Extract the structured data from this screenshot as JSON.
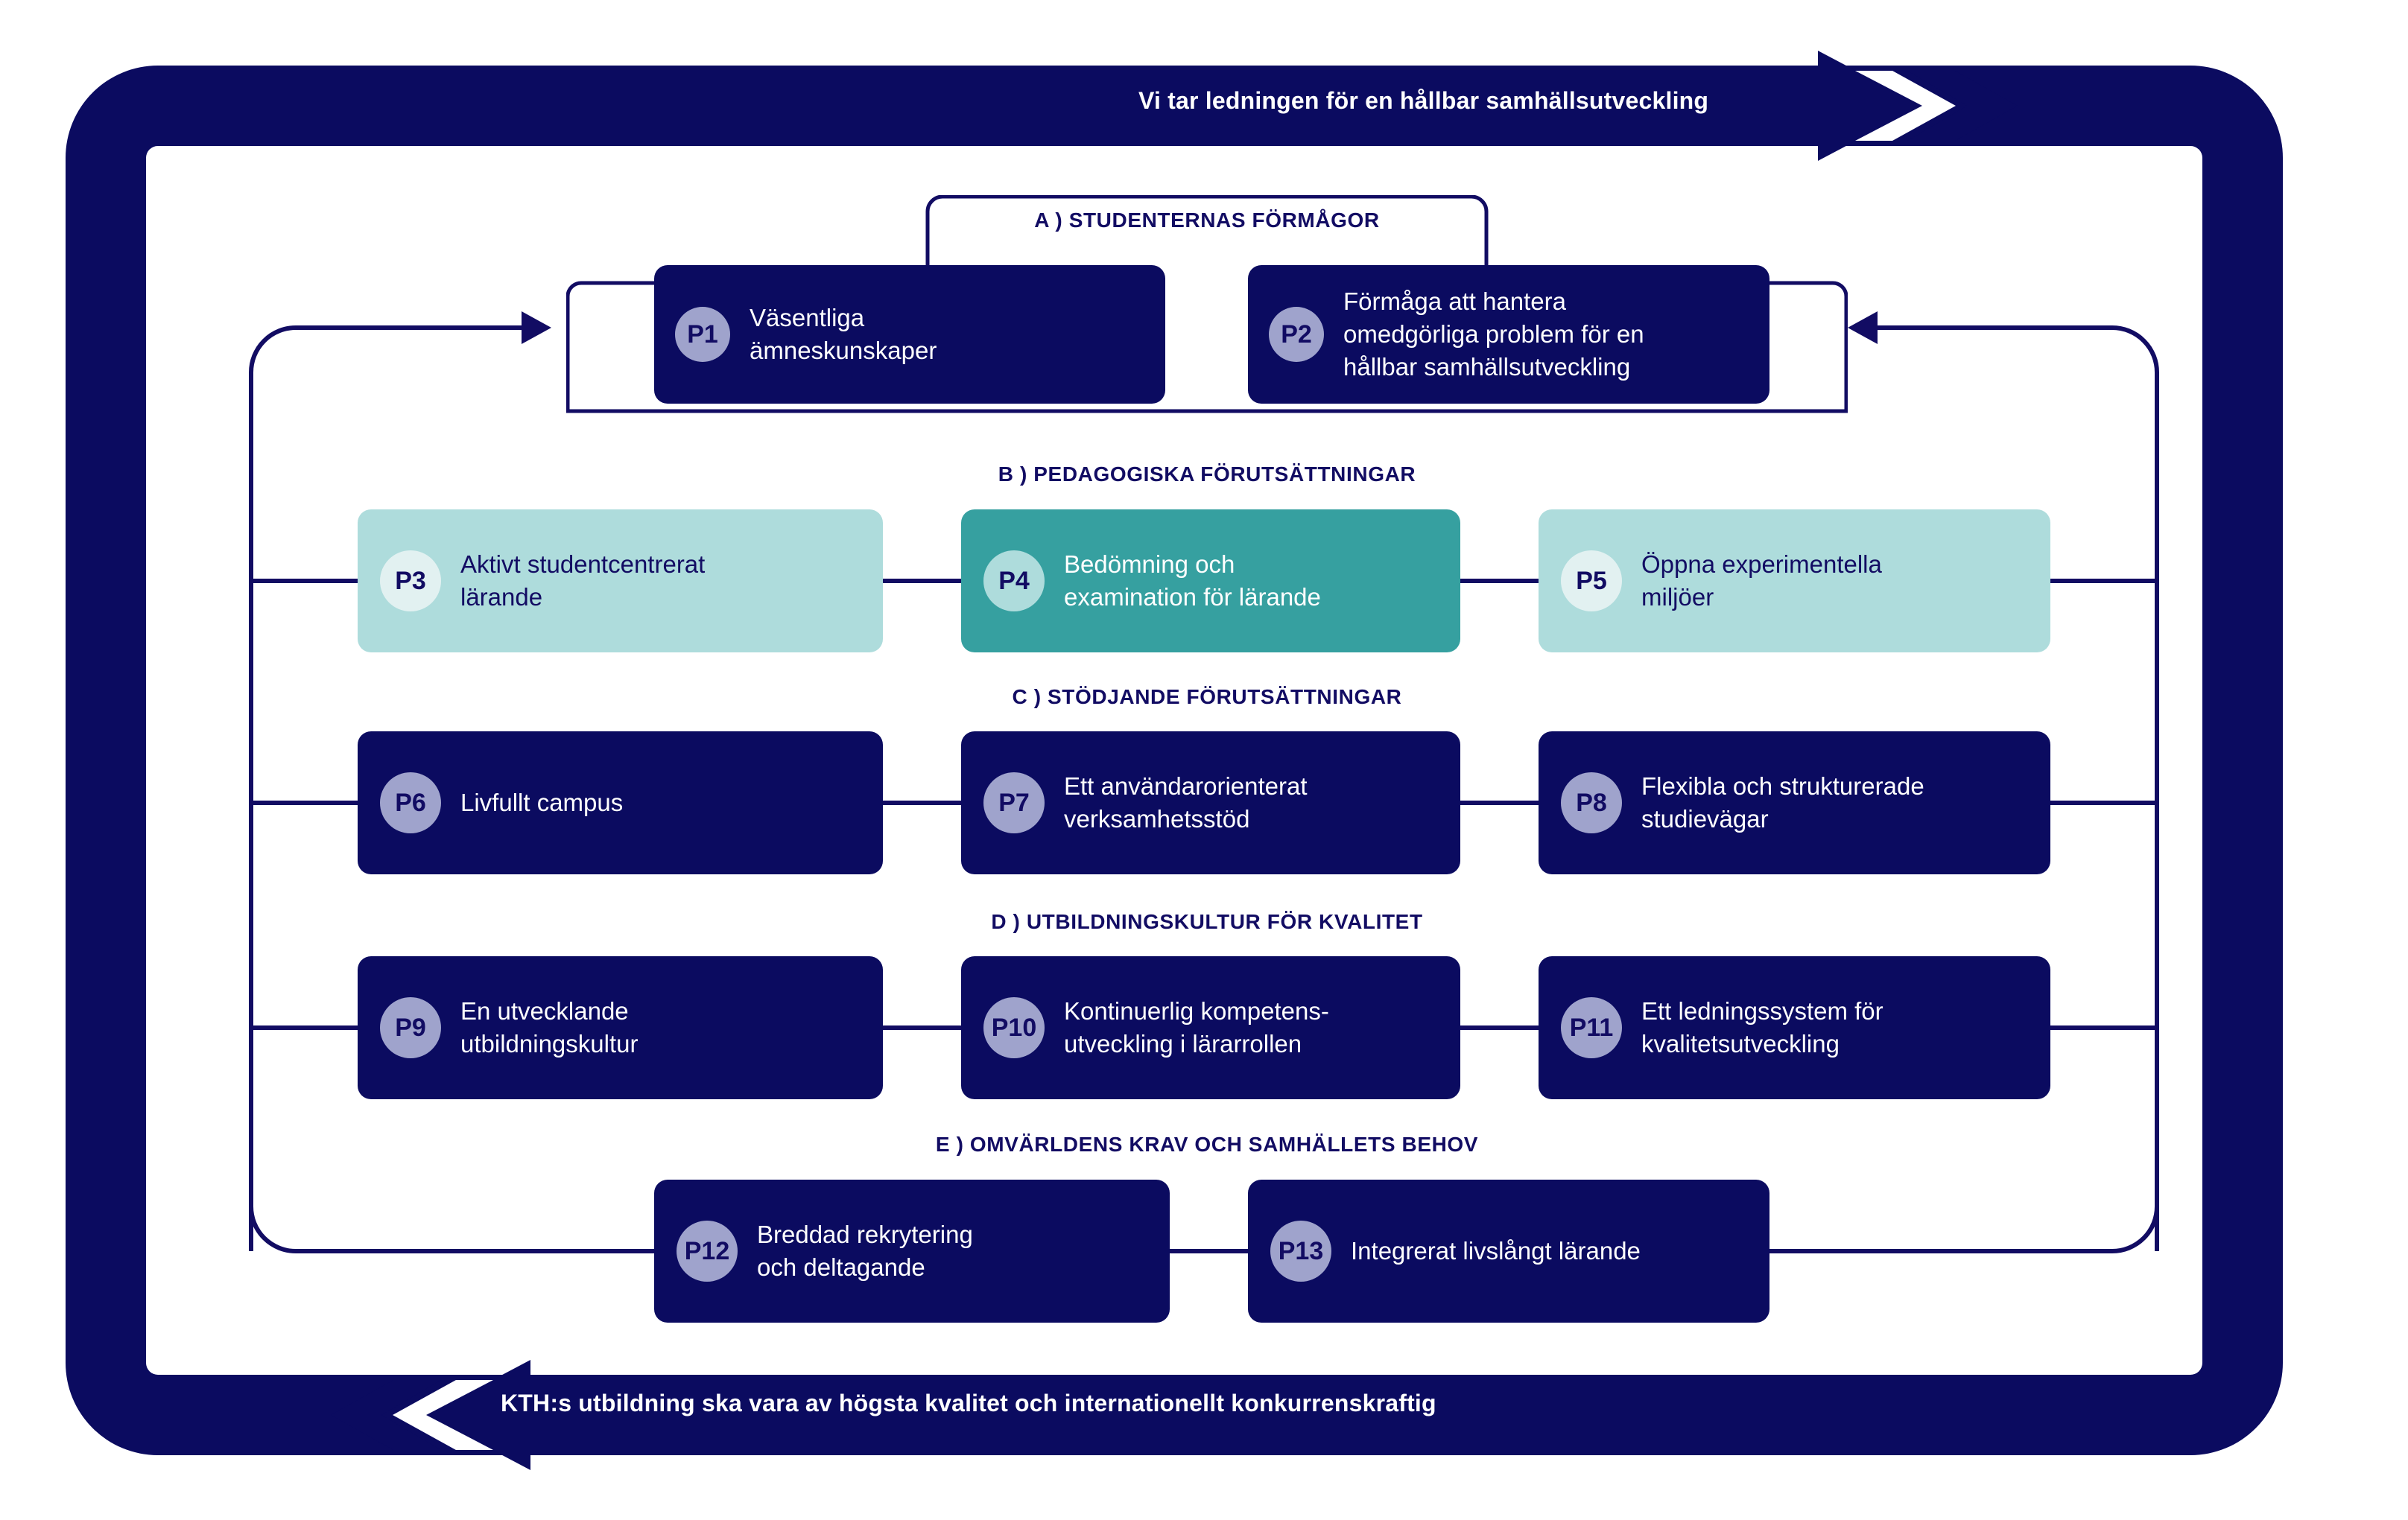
{
  "banners": {
    "top": "Vi tar ledningen för en hållbar samhällsutveckling",
    "bottom": "KTH:s utbildning ska vara av högsta kvalitet och internationellt konkurrenskraftig"
  },
  "colors": {
    "navy": "#0B0B60",
    "navy_text": "#120C63",
    "teal_light": "#AEDCDC",
    "teal_dark": "#36A0A0",
    "circle_navy": "#9FA3CC",
    "circle_teal_light": "#E2F1F1",
    "circle_teal_dark": "#AEDCDC",
    "white": "#FFFFFF"
  },
  "sections": [
    {
      "id": "A",
      "label": "A ) STUDENTERNAS FÖRMÅGOR",
      "boxes": [
        {
          "code": "P1",
          "text": "Väsentliga\nämneskunskaper",
          "style": "navy"
        },
        {
          "code": "P2",
          "text": "Förmåga att hantera\nomedgörliga problem för en\nhållbar samhällsutveckling",
          "style": "navy"
        }
      ]
    },
    {
      "id": "B",
      "label": "B ) PEDAGOGISKA FÖRUTSÄTTNINGAR",
      "boxes": [
        {
          "code": "P3",
          "text": "Aktivt studentcentrerat\nlärande",
          "style": "teal-light"
        },
        {
          "code": "P4",
          "text": "Bedömning och\nexamination för lärande",
          "style": "teal-dark"
        },
        {
          "code": "P5",
          "text": "Öppna experimentella\nmiljöer",
          "style": "teal-light"
        }
      ]
    },
    {
      "id": "C",
      "label": "C ) STÖDJANDE FÖRUTSÄTTNINGAR",
      "boxes": [
        {
          "code": "P6",
          "text": "Livfullt campus",
          "style": "navy"
        },
        {
          "code": "P7",
          "text": "Ett användarorienterat\nverksamhetsstöd",
          "style": "navy"
        },
        {
          "code": "P8",
          "text": "Flexibla och strukturerade\nstudievägar",
          "style": "navy"
        }
      ]
    },
    {
      "id": "D",
      "label": "D ) UTBILDNINGSKULTUR FÖR KVALITET",
      "boxes": [
        {
          "code": "P9",
          "text": "En utvecklande\nutbildningskultur",
          "style": "navy"
        },
        {
          "code": "P10",
          "text": "Kontinuerlig kompetens-\nutveckling i lärarrollen",
          "style": "navy"
        },
        {
          "code": "P11",
          "text": "Ett ledningssystem för\nkvalitetsutveckling",
          "style": "navy"
        }
      ]
    },
    {
      "id": "E",
      "label": "E ) OMVÄRLDENS KRAV OCH SAMHÄLLETS BEHOV",
      "boxes": [
        {
          "code": "P12",
          "text": "Breddad rekrytering\noch deltagande",
          "style": "navy"
        },
        {
          "code": "P13",
          "text": "Integrerat livslångt lärande",
          "style": "navy"
        }
      ]
    }
  ],
  "icons": {
    "top_arrow": "arrow-right-icon",
    "bottom_arrow": "arrow-left-icon",
    "feed_in_arrow": "arrow-right-icon",
    "feed_back_arrow": "arrow-left-icon"
  }
}
